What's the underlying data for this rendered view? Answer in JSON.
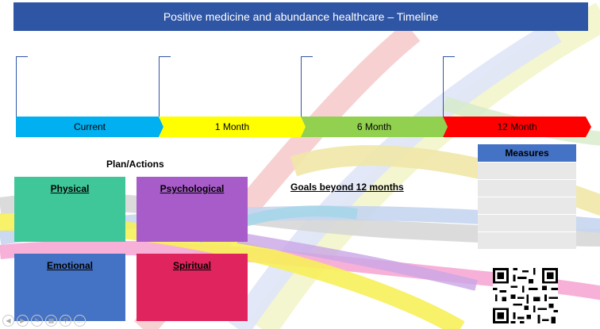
{
  "header": {
    "title": "Positive medicine and abundance healthcare – Timeline"
  },
  "timeline": {
    "segments": [
      {
        "label": "Current",
        "color": "#00b0f0"
      },
      {
        "label": "1 Month",
        "color": "#ffff00"
      },
      {
        "label": "6 Month",
        "color": "#92d050"
      },
      {
        "label": "12 Month",
        "color": "#ff0000"
      }
    ]
  },
  "plan": {
    "title": "Plan/Actions",
    "boxes": [
      {
        "label": "Physical",
        "color": "#3fc79a"
      },
      {
        "label": "Psychological",
        "color": "#a85cc9"
      },
      {
        "label": "Emotional",
        "color": "#4472c4"
      },
      {
        "label": "Spiritual",
        "color": "#e0245e"
      }
    ]
  },
  "goals": {
    "label": "Goals beyond 12 months"
  },
  "measures": {
    "title": "Measures",
    "header_color": "#4472c4",
    "rows": 5
  },
  "qr_icon": "qr-code-icon",
  "controls": [
    "prev-icon",
    "next-icon",
    "pen-icon",
    "grid-icon",
    "zoom-icon",
    "more-icon"
  ]
}
